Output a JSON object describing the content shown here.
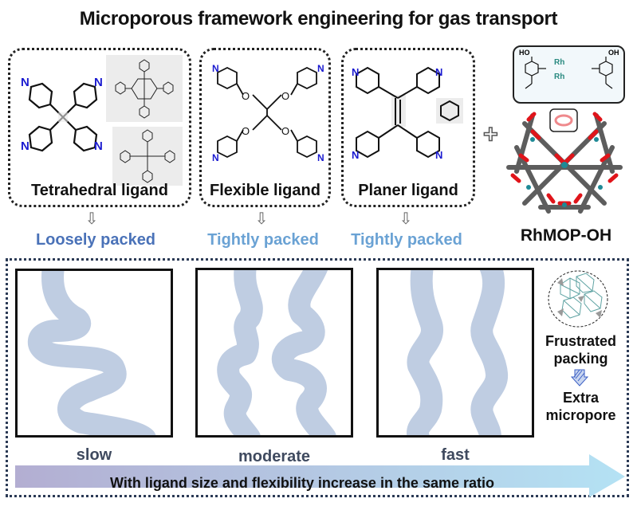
{
  "title": "Microporous framework engineering for gas transport",
  "ligands": [
    {
      "label": "Tetrahedral ligand",
      "packing": "Loosely packed",
      "packing_color": "#4a72b8"
    },
    {
      "label": "Flexible ligand",
      "packing": "Tightly packed",
      "packing_color": "#6aa2d4"
    },
    {
      "label": "Planer ligand",
      "packing": "Tightly packed",
      "packing_color": "#6aa2d4"
    }
  ],
  "atoms": {
    "N": "N",
    "O": "O",
    "Rh": "Rh",
    "HO": "HO",
    "OH": "OH"
  },
  "rhmop": {
    "label": "RhMOP-OH",
    "plus": "+"
  },
  "channels": [
    {
      "speed": "slow"
    },
    {
      "speed": "moderate"
    },
    {
      "speed": "fast"
    }
  ],
  "side": {
    "frustrated": "Frustrated",
    "packing": "packing",
    "extra": "Extra",
    "micropore": "micropore"
  },
  "bottom_arrow": {
    "text": "With ligand size and flexibility increase in the same ratio"
  },
  "colors": {
    "channel_fill": "#bfcde2",
    "nitrogen": "#1a1ad0",
    "oxygen_model": "#e0141a",
    "rh_model": "#1e8a96",
    "carbon_model": "#5d5d5d",
    "arrow_start": "#b3aed2",
    "arrow_end": "#b4e2f4"
  }
}
